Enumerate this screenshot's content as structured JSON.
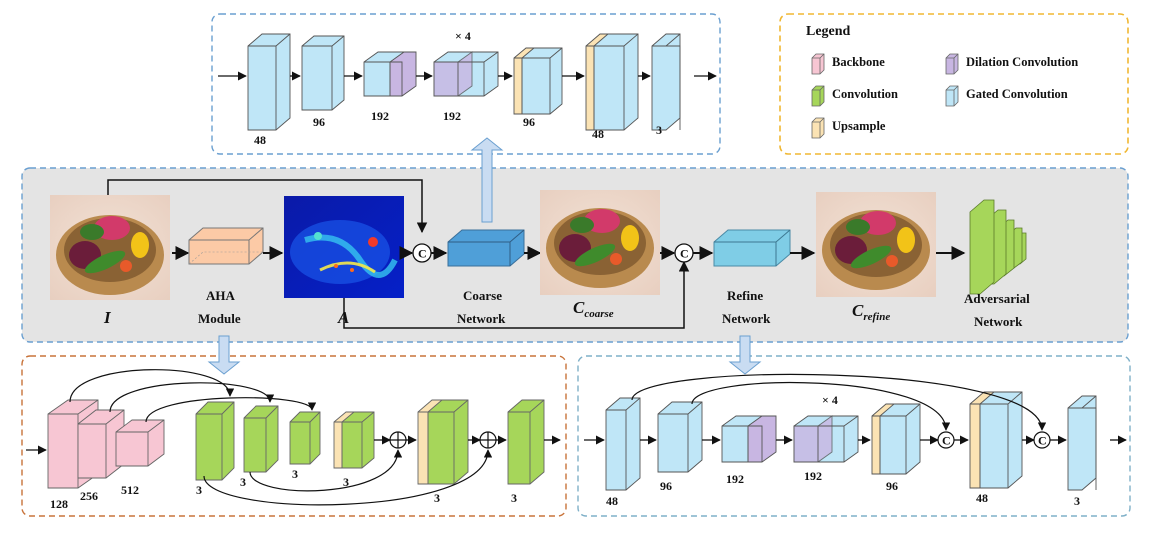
{
  "main": {
    "input_label": "I",
    "aha_label_1": "AHA",
    "aha_label_2": "Module",
    "attention_label": "A",
    "coarse_label_1": "Coarse",
    "coarse_label_2": "Network",
    "c_coarse_main": "C",
    "c_coarse_sub": "coarse",
    "refine_label_1": "Refine",
    "refine_label_2": "Network",
    "c_refine_main": "C",
    "c_refine_sub": "refine",
    "adversarial_label_1": "Adversarial",
    "adversarial_label_2": "Network",
    "concat_symbol": "C"
  },
  "legend": {
    "title": "Legend",
    "items": [
      {
        "label": "Backbone",
        "color": "#f7c6d3"
      },
      {
        "label": "Dilation Convolution",
        "color": "#c8b6e2"
      },
      {
        "label": "Convolution",
        "color": "#a6d65a"
      },
      {
        "label": "Gated Convolution",
        "color": "#bfe6f7"
      },
      {
        "label": "Upsample",
        "color": "#fbe3b4"
      }
    ]
  },
  "coarse_detail": {
    "repeat_label": "× 4",
    "channels": [
      "48",
      "96",
      "192",
      "192",
      "96",
      "48",
      "3"
    ]
  },
  "aha_detail": {
    "backbone_channels": [
      "128",
      "256",
      "512"
    ],
    "conv_channels": [
      "3",
      "3",
      "3",
      "3",
      "3",
      "3"
    ]
  },
  "refine_detail": {
    "repeat_label": "× 4",
    "channels": [
      "48",
      "96",
      "192",
      "192",
      "96",
      "48",
      "3"
    ]
  },
  "colors": {
    "gray_panel": "#e4e4e4",
    "blue_dash": "#6a9fd0",
    "orange_dash": "#f0b732",
    "rust_dash": "#c8733a",
    "gated": "#bfe6f7",
    "conv": "#a6d65a",
    "backbone": "#f7c6d3",
    "dilation": "#c8b6e2",
    "upsample": "#fbe3b4",
    "aha_box": "#fccaa6",
    "coarse_box": "#4f9fd8",
    "refine_box": "#7fcde6",
    "arrow_fill": "#c9dcf2"
  }
}
